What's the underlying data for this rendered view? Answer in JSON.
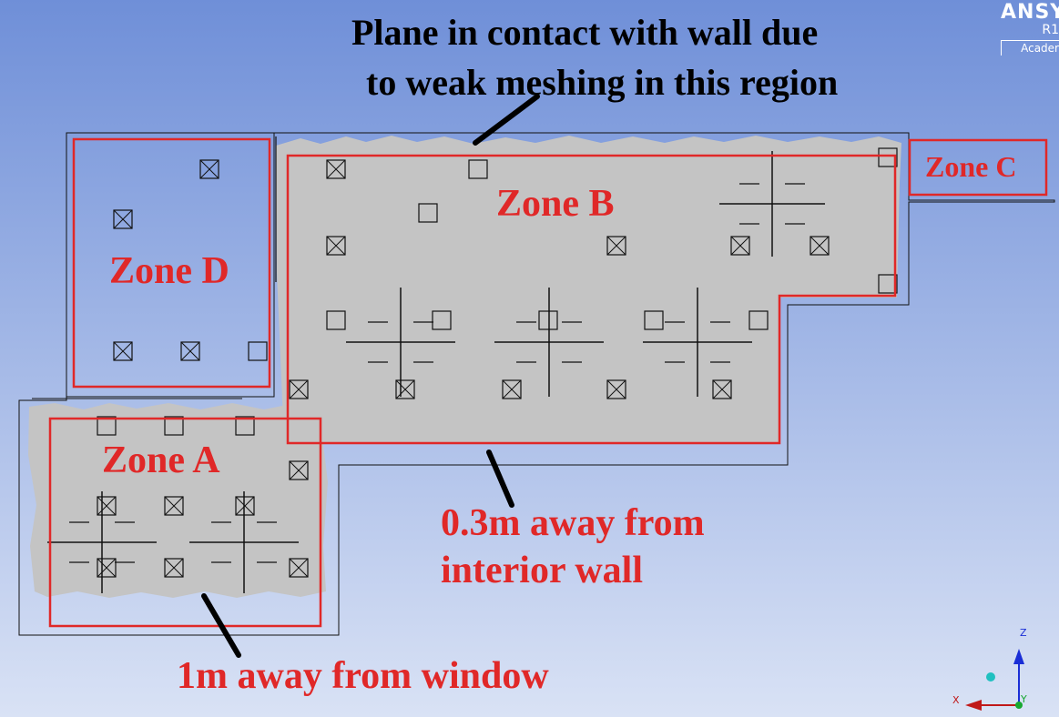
{
  "annotations": {
    "plane_line1": "Plane  in contact with wall due",
    "plane_line2": "to weak meshing in this region",
    "interior_line1": "0.3m away from",
    "interior_line2": "interior wall",
    "window": "1m away from window"
  },
  "zones": {
    "a": "Zone A",
    "b": "Zone B",
    "c": "Zone C",
    "d": "Zone D"
  },
  "logo": {
    "name": "ANSY",
    "release": "R1",
    "edition": "Acader"
  },
  "triad": {
    "x": "X",
    "y": "Y",
    "z": "Z"
  },
  "colors": {
    "background_top": "#6f8fd8",
    "background_bottom": "#d9e2f5",
    "plane_fill": "#c4c4c4",
    "zone_outline": "#e02828",
    "annotation_red": "#e02828",
    "wall_line": "#000000",
    "axis_x": "#c01818",
    "axis_z": "#1a2ed6",
    "axis_y": "#18a830"
  }
}
